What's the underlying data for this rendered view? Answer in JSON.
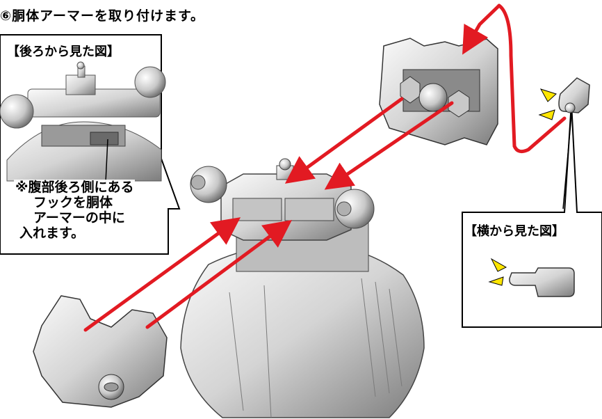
{
  "step": {
    "title": "⑥胴体アーマーを取り付けます。"
  },
  "rear_view": {
    "title": "【後ろから見た図】",
    "note_lines": [
      "※腹部後ろ側にある",
      "フックを胴体",
      "アーマーの中に",
      "入れます。"
    ]
  },
  "side_view": {
    "title": "【横から見た図】"
  },
  "colors": {
    "arrow": "#e21a22",
    "line": "#000000",
    "highlight": "#ffe600",
    "part_fill": "#d9d9d9",
    "part_shadow": "#8c8c8c"
  }
}
